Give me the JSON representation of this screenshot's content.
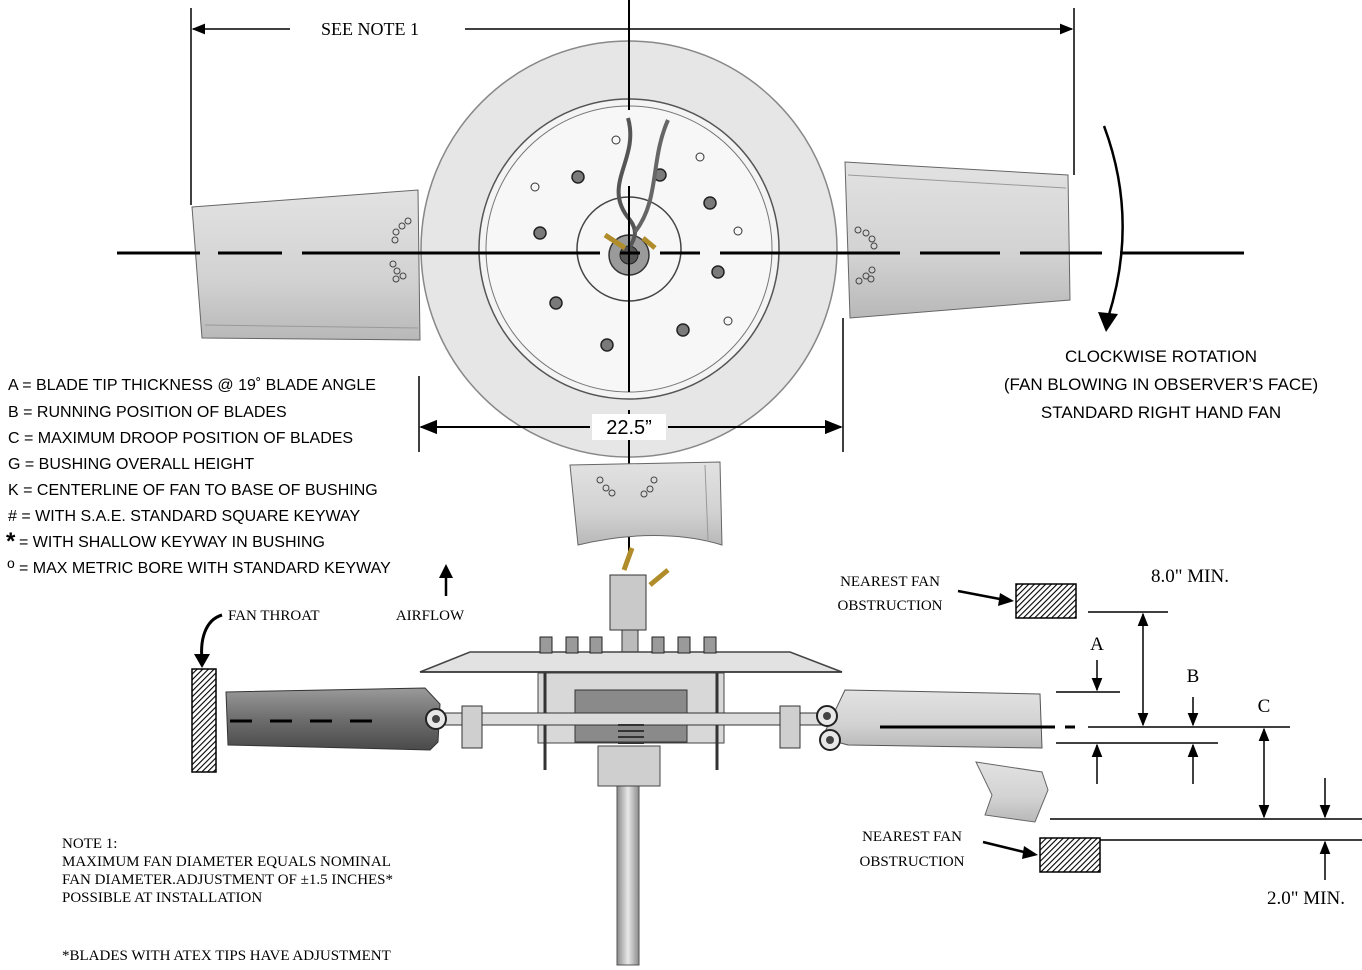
{
  "top_dimension": {
    "label": "SEE NOTE 1"
  },
  "hub_dimension": {
    "label": "22.5”"
  },
  "rotation": {
    "line1": "CLOCKWISE ROTATION",
    "line2": "(FAN BLOWING IN OBSERVER’S FACE)",
    "line3": "STANDARD RIGHT HAND FAN"
  },
  "legend": [
    {
      "prefix": "",
      "text": "A = BLADE TIP THICKNESS @ 19˚ BLADE ANGLE"
    },
    {
      "prefix": "",
      "text": "B = RUNNING POSITION OF BLADES"
    },
    {
      "prefix": "",
      "text": "C = MAXIMUM DROOP POSITION OF BLADES"
    },
    {
      "prefix": "",
      "text": "G = BUSHING OVERALL HEIGHT"
    },
    {
      "prefix": "",
      "text": "K = CENTERLINE OF FAN TO BASE OF BUSHING"
    },
    {
      "prefix": "",
      "text": "# = WITH S.A.E. STANDARD SQUARE KEYWAY"
    },
    {
      "prefix": "*",
      "text": "= WITH SHALLOW KEYWAY IN BUSHING"
    },
    {
      "prefix": "o",
      "text": "= MAX METRIC BORE WITH STANDARD KEYWAY"
    }
  ],
  "side_view": {
    "fan_throat": "FAN THROAT",
    "airflow": "AIRFLOW",
    "obstruction_top_1": "NEAREST FAN",
    "obstruction_top_2": "OBSTRUCTION",
    "obstruction_bottom_1": "NEAREST FAN",
    "obstruction_bottom_2": "OBSTRUCTION",
    "clearance_top": "8.0\" MIN.",
    "clearance_bottom": "2.0\" MIN.",
    "label_a": "A",
    "label_b": "B",
    "label_c": "C"
  },
  "notes": {
    "heading": "NOTE 1:",
    "line1": "MAXIMUM FAN DIAMETER EQUALS NOMINAL",
    "line2": "FAN DIAMETER.ADJUSTMENT OF ±1.5 INCHES*",
    "line3": "POSSIBLE AT INSTALLATION",
    "footnote": "*BLADES WITH ATEX TIPS HAVE ADJUSTMENT"
  }
}
